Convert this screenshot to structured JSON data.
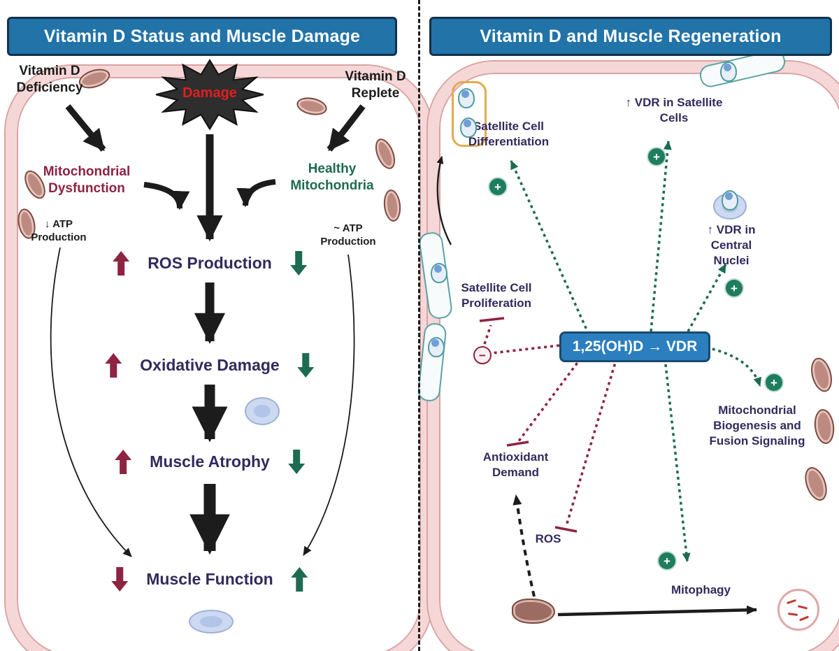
{
  "left": {
    "title": "Vitamin D Status and Muscle Damage",
    "deficiency": "Vitamin D\nDeficiency",
    "replete": "Vitamin D\nReplete",
    "damage": "Damage",
    "dysfunction": "Mitochondrial\nDysfunction",
    "healthy": "Healthy\nMitochondria",
    "atp_low": "↓ ATP\nProduction",
    "atp_normal": "~ ATP\nProduction",
    "cascade": [
      {
        "label": "ROS Production"
      },
      {
        "label": "Oxidative Damage"
      },
      {
        "label": "Muscle Atrophy"
      },
      {
        "label": "Muscle Function"
      }
    ]
  },
  "right": {
    "title": "Vitamin D and Muscle Regeneration",
    "center": "1,25(OH)D → VDR",
    "satellite_differentiation": "Satellite Cell\nDifferentiation",
    "vdr_satellite": "↑ VDR in Satellite\nCells",
    "vdr_central": "↑ VDR in Central\nNuclei",
    "satellite_proliferation": "Satellite Cell\nProliferation",
    "biogenesis": "Mitochondrial\nBiogenesis and\nFusion Signaling",
    "antioxidant": "Antioxidant\nDemand",
    "ros": "ROS",
    "mitophagy": "Mitophagy",
    "plus": "+",
    "minus": "−"
  },
  "colors": {
    "title_bar": "#2173a8",
    "maroon": "#8e2342",
    "green": "#1d6b52",
    "navy_text": "#322a5d",
    "center_box_blue": "#2b7fbf",
    "membrane_pink": "#f6d7d7",
    "membrane_edge": "#d9a3a3",
    "damage_red": "#e01f1f"
  }
}
